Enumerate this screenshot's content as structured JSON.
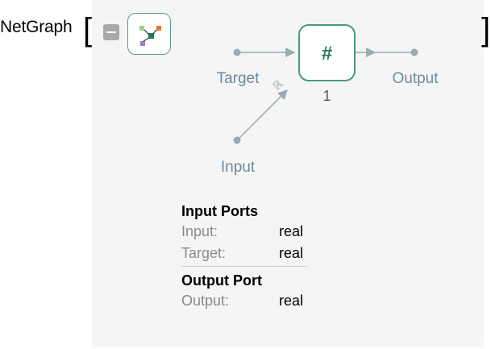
{
  "head": {
    "label": "NetGraph",
    "open_bracket": "[",
    "close_bracket": "]"
  },
  "icons": {
    "collapse": "minus-box-icon",
    "graph": "net-graph-icon"
  },
  "graph": {
    "nodes": [
      {
        "label": "#",
        "index": "1"
      }
    ],
    "ports": {
      "target": "Target",
      "input": "Input",
      "output": "Output"
    },
    "edge_annotation": "ℝ"
  },
  "input_ports": {
    "title": "Input Ports",
    "rows": [
      {
        "name": "Input:",
        "type": "real"
      },
      {
        "name": "Target:",
        "type": "real"
      }
    ]
  },
  "output_ports": {
    "title": "Output Port",
    "rows": [
      {
        "name": "Output:",
        "type": "real"
      }
    ]
  },
  "colors": {
    "node_stroke": "#4a9a7c",
    "edge": "#9aaaaf",
    "port_text": "#6e8a97",
    "panel_bg": "#f5f5f5"
  }
}
